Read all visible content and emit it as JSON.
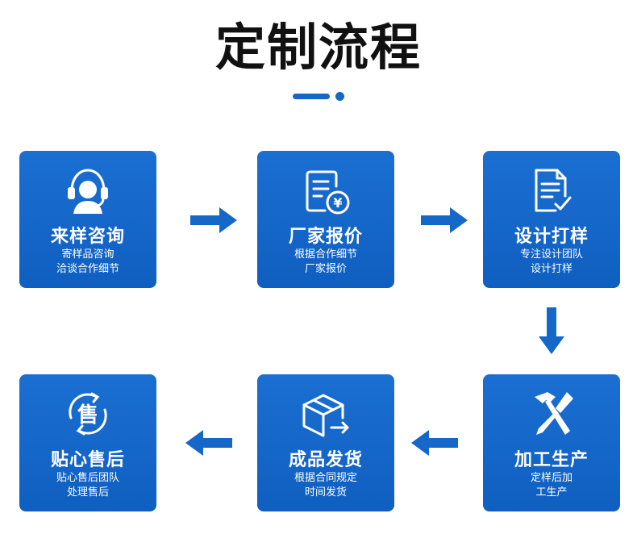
{
  "title": "定制流程",
  "steps": [
    {
      "label": "来样咨询",
      "desc": "寄样品咨询\n洽谈合作细节",
      "icon": "headset-icon"
    },
    {
      "label": "厂家报价",
      "desc": "根据合作细节\n厂家报价",
      "icon": "quote-invoice-icon"
    },
    {
      "label": "设计打样",
      "desc": "专注设计团队\n设计打样",
      "icon": "document-check-icon"
    },
    {
      "label": "加工生产",
      "desc": "定样后加\n工生产",
      "icon": "hammer-screwdriver-icon"
    },
    {
      "label": "成品发货",
      "desc": "根据合同规定\n时间发货",
      "icon": "box-shipping-icon"
    },
    {
      "label": "贴心售后",
      "desc": "贴心售后团队\n处理售后",
      "icon": "after-sales-icon"
    }
  ],
  "icon_glyphs": {
    "yuan": "¥",
    "after_sales": "售"
  },
  "colors": {
    "card": "#1567c8",
    "arrow": "#1567c8",
    "title": "#111111"
  }
}
